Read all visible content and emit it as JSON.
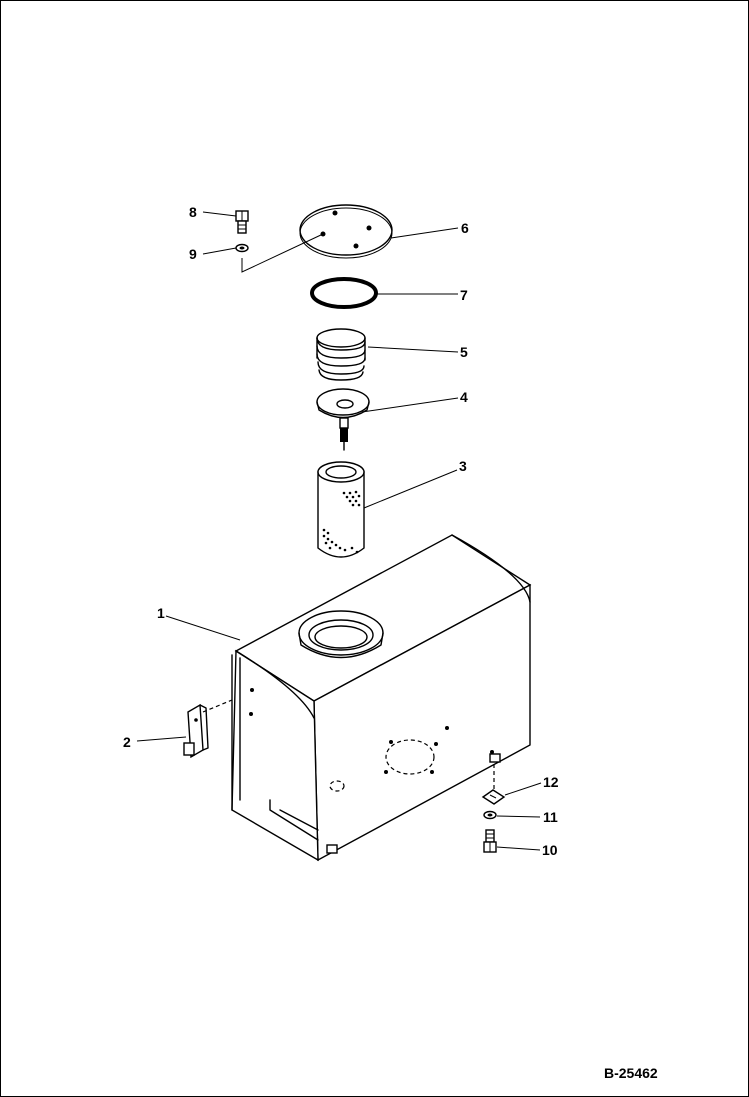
{
  "figure_id": "B-25462",
  "callouts": [
    {
      "label": "1"
    },
    {
      "label": "2"
    },
    {
      "label": "3"
    },
    {
      "label": "4"
    },
    {
      "label": "5"
    },
    {
      "label": "6"
    },
    {
      "label": "7"
    },
    {
      "label": "8"
    },
    {
      "label": "9"
    },
    {
      "label": "10"
    },
    {
      "label": "11"
    },
    {
      "label": "12"
    }
  ],
  "colors": {
    "line": "#000000",
    "background": "#ffffff"
  }
}
